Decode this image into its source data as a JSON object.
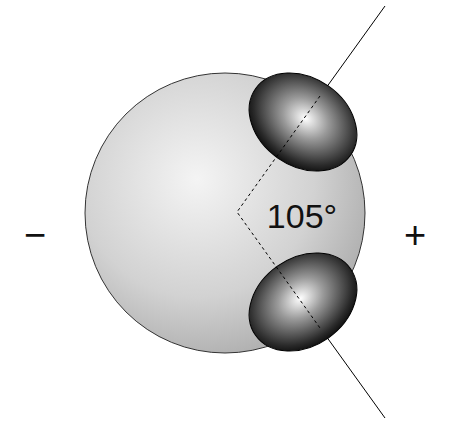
{
  "diagram": {
    "labels": [
      "−",
      "105°",
      "+"
    ]
  }
}
